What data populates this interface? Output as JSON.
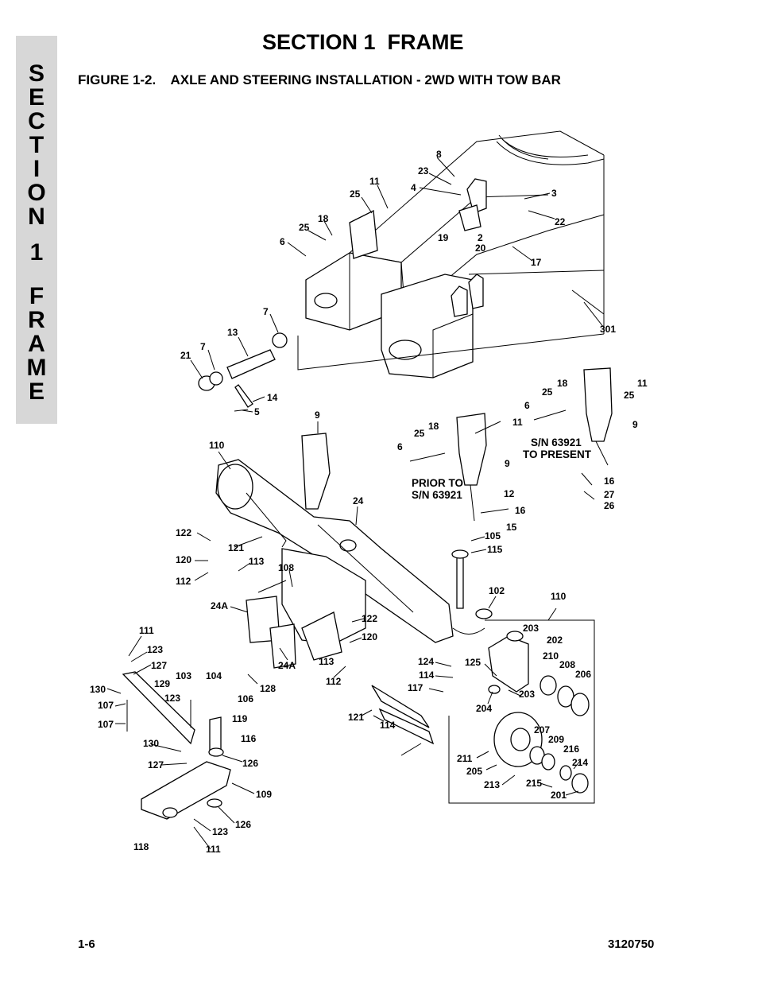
{
  "page": {
    "section_title": "SECTION 1  FRAME",
    "figure_title": "FIGURE 1-2.    AXLE AND STEERING INSTALLATION - 2WD WITH TOW BAR",
    "side_tab_letters": [
      "S",
      "E",
      "C",
      "T",
      "I",
      "O",
      "N",
      "1",
      "F",
      "R",
      "A",
      "M",
      "E"
    ],
    "page_number": "1-6",
    "doc_number": "3120750"
  },
  "notes": {
    "prior_line1": "PRIOR TO",
    "prior_line2": "S/N 63921",
    "sn_line1": "S/N 63921",
    "sn_line2": "TO PRESENT"
  },
  "callouts": [
    "8",
    "23",
    "4",
    "11",
    "25",
    "3",
    "22",
    "18",
    "25",
    "6",
    "19",
    "2",
    "20",
    "17",
    "7",
    "301",
    "13",
    "7",
    "21",
    "14",
    "5",
    "9",
    "18",
    "11",
    "25",
    "25",
    "6",
    "11",
    "18",
    "25",
    "9",
    "6",
    "9",
    "110",
    "24",
    "12",
    "16",
    "15",
    "16",
    "27",
    "26",
    "122",
    "121",
    "105",
    "115",
    "120",
    "113",
    "108",
    "112",
    "102",
    "110",
    "24A",
    "203",
    "122",
    "120",
    "202",
    "111",
    "123",
    "127",
    "124",
    "125",
    "210",
    "208",
    "206",
    "113",
    "114",
    "103",
    "104",
    "24A",
    "112",
    "130",
    "129",
    "117",
    "203",
    "123",
    "128",
    "106",
    "119",
    "204",
    "107",
    "121",
    "114",
    "207",
    "209",
    "216",
    "116",
    "130",
    "107",
    "211",
    "205",
    "214",
    "127",
    "126",
    "213",
    "215",
    "109",
    "201",
    "126",
    "123",
    "118",
    "111"
  ]
}
